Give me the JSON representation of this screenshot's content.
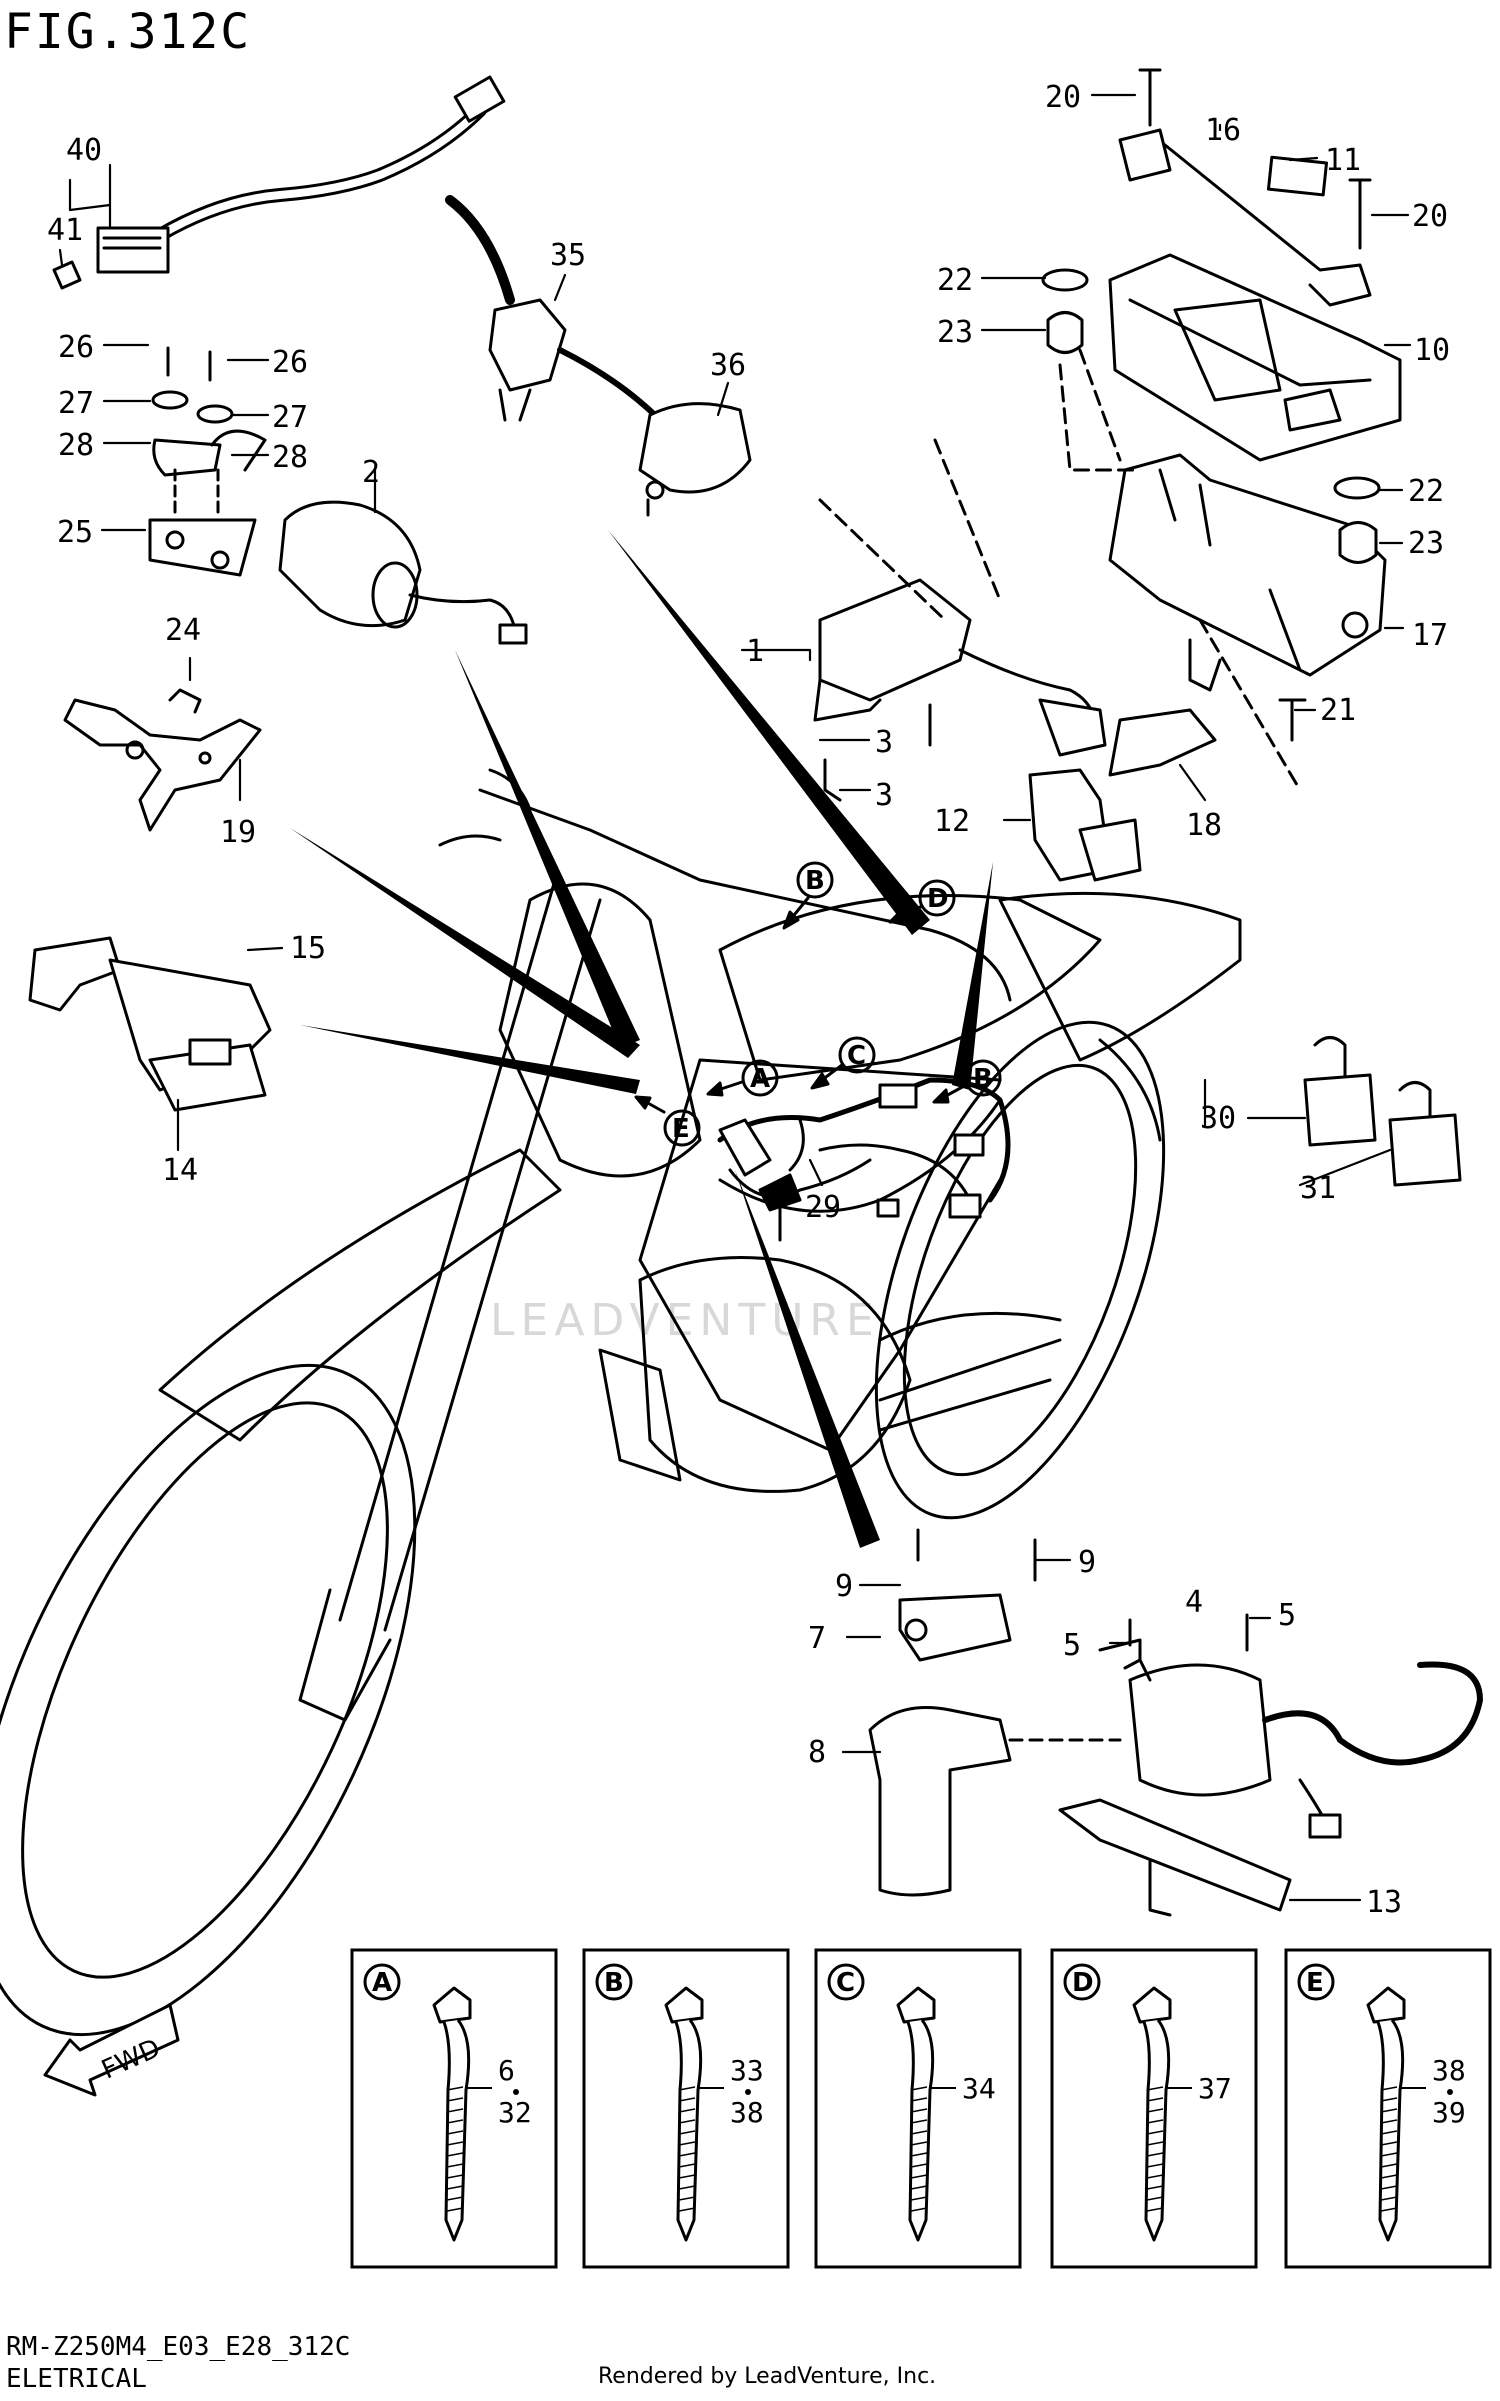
{
  "header": {
    "figure": "FIG.312C"
  },
  "footer": {
    "code": "RM-Z250M4_E03_E28_312C",
    "section": "ELETRICAL",
    "credit": "Rendered by LeadVenture, Inc."
  },
  "watermark": "LEADVENTURE",
  "fwd_label": "FWD",
  "callouts": {
    "c1": "1",
    "c2": "2",
    "c3a": "3",
    "c3b": "3",
    "c4": "4",
    "c5a": "5",
    "c5b": "5",
    "c7": "7",
    "c8": "8",
    "c9a": "9",
    "c9b": "9",
    "c10": "10",
    "c11": "11",
    "c12": "12",
    "c13": "13",
    "c14": "14",
    "c15": "15",
    "c16": "16",
    "c17": "17",
    "c18": "18",
    "c19": "19",
    "c20a": "20",
    "c20b": "20",
    "c21": "21",
    "c22a": "22",
    "c22b": "22",
    "c23a": "23",
    "c23b": "23",
    "c24": "24",
    "c25": "25",
    "c26a": "26",
    "c26b": "26",
    "c27a": "27",
    "c27b": "27",
    "c28a": "28",
    "c28b": "28",
    "c29": "29",
    "c30": "30",
    "c31": "31",
    "c35": "35",
    "c36": "36",
    "c40": "40",
    "c41": "41"
  },
  "markers": {
    "A": "A",
    "B": "B",
    "C": "C",
    "D": "D",
    "E": "E"
  },
  "detail_boxes": [
    {
      "letter": "A",
      "parts": [
        "6",
        "32"
      ]
    },
    {
      "letter": "B",
      "parts": [
        "33",
        "38"
      ]
    },
    {
      "letter": "C",
      "parts": [
        "34"
      ]
    },
    {
      "letter": "D",
      "parts": [
        "37"
      ]
    },
    {
      "letter": "E",
      "parts": [
        "38",
        "39"
      ]
    }
  ]
}
